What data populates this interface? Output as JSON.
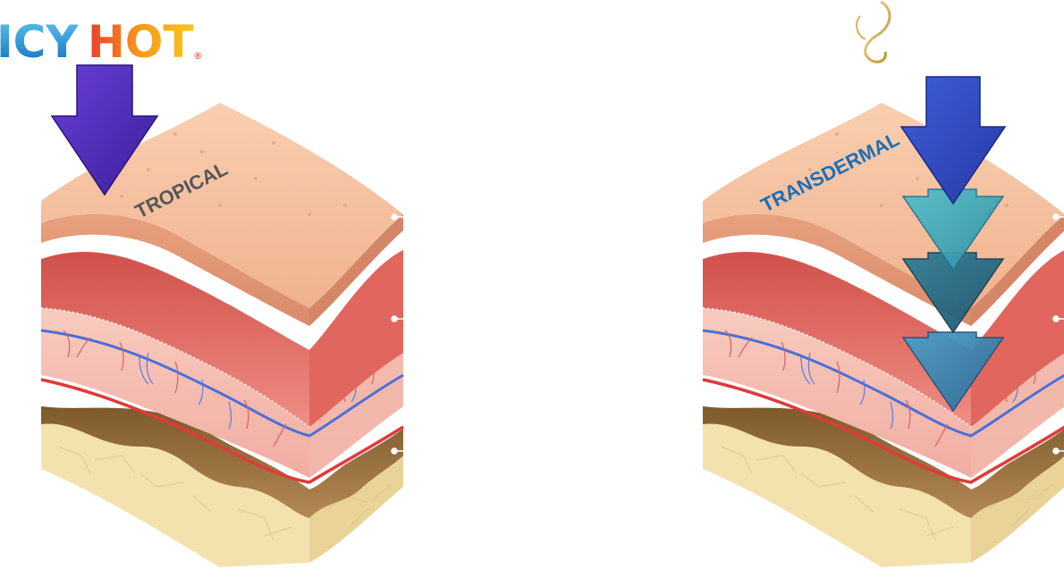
{
  "brand": {
    "logo_icy": "ICY",
    "logo_hot": "HOT",
    "registered_mark": "®",
    "colors": {
      "icy": "#1f8fd8",
      "hot": "#f2a11d"
    }
  },
  "diagrams": [
    {
      "label": "TROPICAL",
      "label_color": "#55575a",
      "arrow_count": 1
    },
    {
      "label": "TRANSDERMAL",
      "label_color": "#1b6fb8",
      "arrow_count": 4
    }
  ],
  "colors": {
    "epidermis": "#f6c1a0",
    "dermis": "#e27a72",
    "hypodermis": "#f3b6ac",
    "fat": "#f4e5b3",
    "muscle": "#a47a45",
    "arrow_purple": "#4a2cb5",
    "arrow_blue": "#2b4fc4",
    "arrow_teal": "#3aa4b8",
    "arrow_darkteal": "#2a6e8e",
    "artery": "#e03a3a",
    "vein": "#4a6fd8"
  }
}
